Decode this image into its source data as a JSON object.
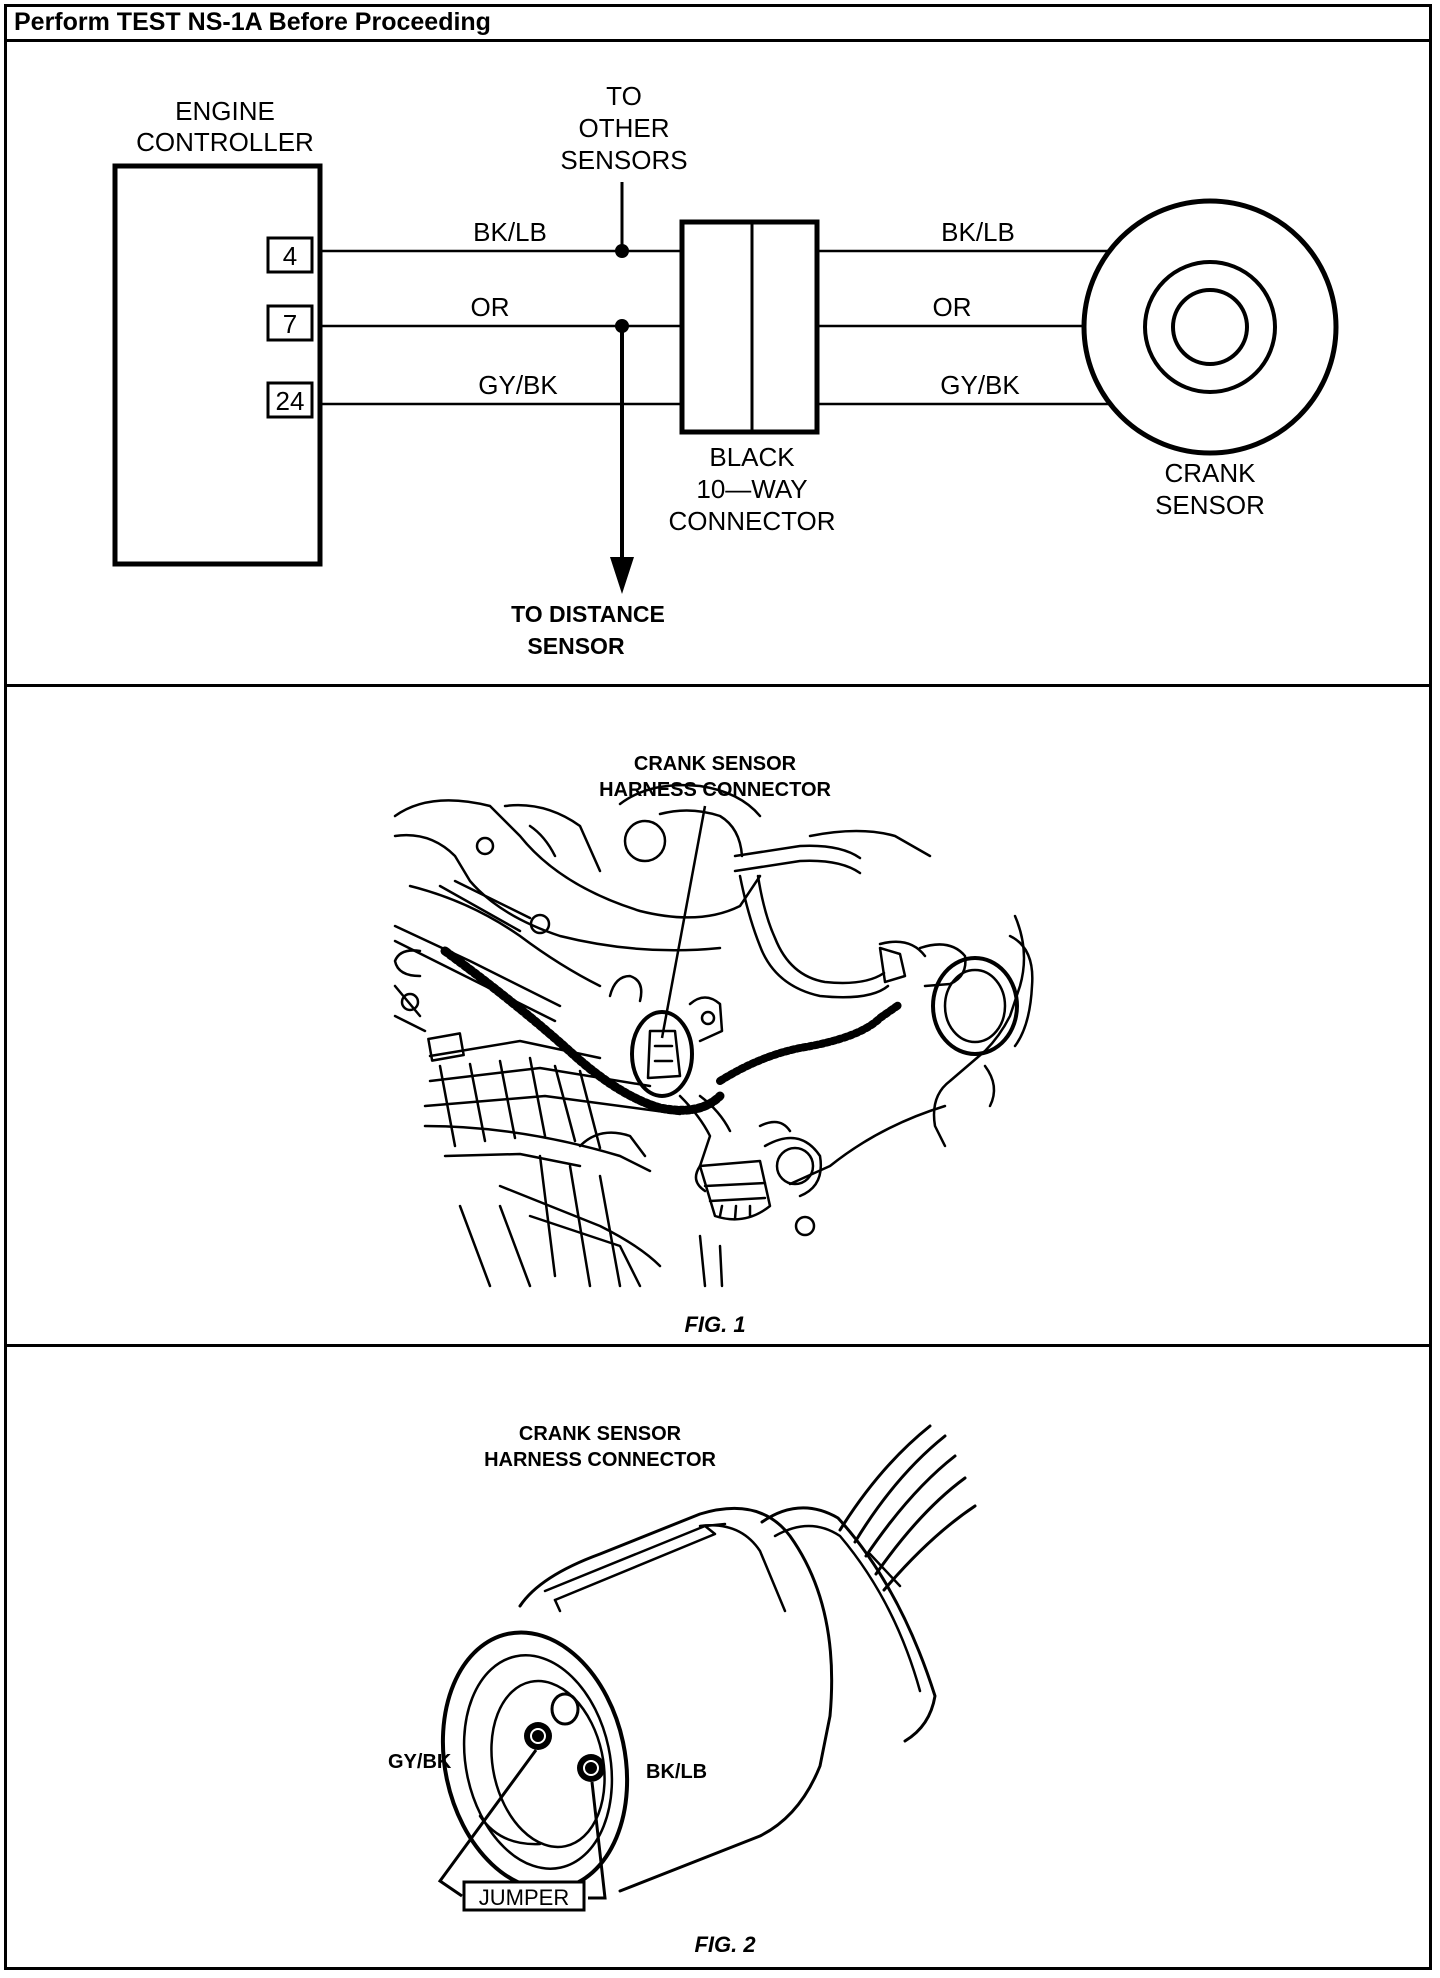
{
  "header": {
    "title": "Perform TEST NS-1A Before Proceeding"
  },
  "schematic": {
    "engine_controller": [
      "ENGINE",
      "CONTROLLER"
    ],
    "pins": [
      "4",
      "7",
      "24"
    ],
    "wires_left": [
      "BK/LB",
      "OR",
      "GY/BK"
    ],
    "wires_right": [
      "BK/LB",
      "OR",
      "GY/BK"
    ],
    "to_other_sensors": [
      "TO",
      "OTHER",
      "SENSORS"
    ],
    "connector": [
      "BLACK",
      "10—WAY",
      "CONNECTOR"
    ],
    "crank_sensor": [
      "CRANK",
      "SENSOR"
    ],
    "to_distance_sensor": [
      "TO DISTANCE",
      "SENSOR"
    ]
  },
  "fig1": {
    "callout": [
      "CRANK SENSOR",
      "HARNESS CONNECTOR"
    ],
    "caption": "FIG. 1"
  },
  "fig2": {
    "callout": [
      "CRANK SENSOR",
      "HARNESS CONNECTOR"
    ],
    "label_left": "GY/BK",
    "label_right": "BK/LB",
    "jumper": "JUMPER",
    "caption": "FIG. 2"
  },
  "colors": {
    "ink": "#000000",
    "paper": "#ffffff"
  }
}
